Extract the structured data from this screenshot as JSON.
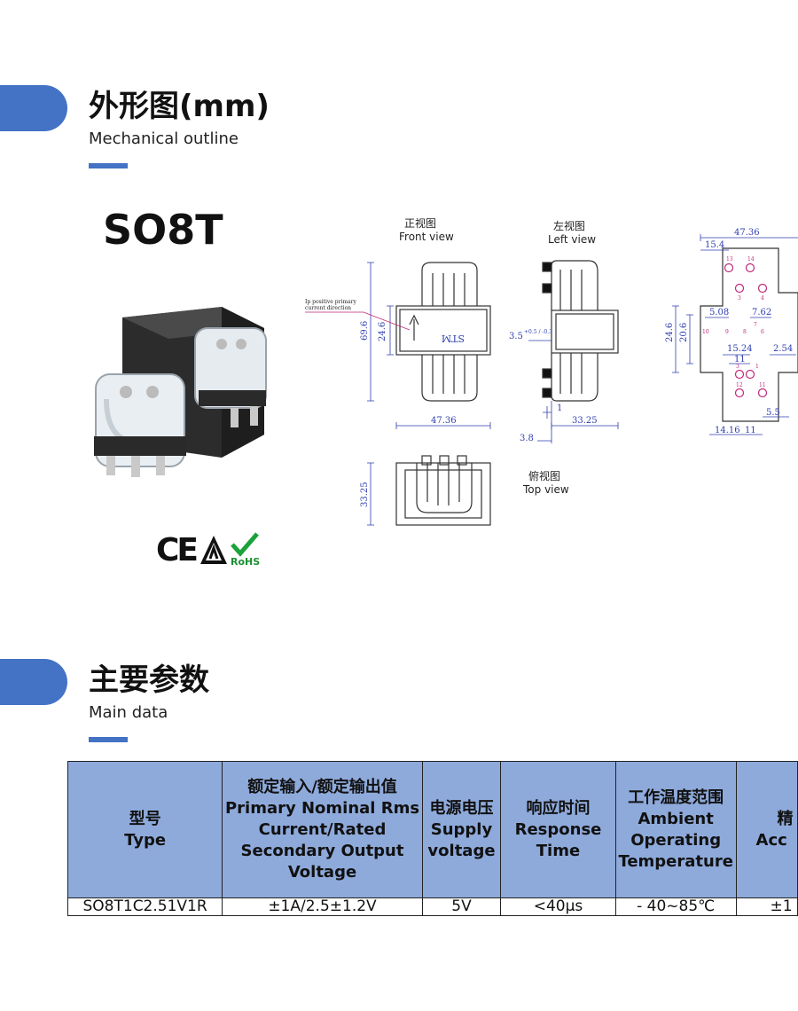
{
  "section1": {
    "title_cn": "外形图(mm)",
    "title_en": "Mechanical outline"
  },
  "model": "SO8T",
  "views": {
    "front_cn": "正视图",
    "front_en": "Front view",
    "left_cn": "左视图",
    "left_en": "Left view",
    "top_cn": "俯视图",
    "top_en": "Top view",
    "ip_note_1": "Ip positive primary",
    "ip_note_2": "current direction",
    "stm": "STM",
    "dims": {
      "h_69_6": "69.6",
      "h_24_6": "24.6",
      "w_47_36": "47.36",
      "w_33_25": "33.25",
      "d_3_5": "3.5",
      "d_3_5_tol": "+0.5 / -0.3",
      "d_1": "1",
      "d_3_8": "3.8",
      "top_33_25": "33.25",
      "r_47_36": "47.36",
      "r_15_4": "15.4",
      "r_24_6": "24.6",
      "r_20_6": "20.6",
      "r_5_08": "5.08",
      "r_7_62": "7.62",
      "r_15_24": "15.24",
      "r_2_54": "2.54",
      "r_11a": "11",
      "r_14_16": "14.16",
      "r_11b": "11",
      "r_5_5": "5.5"
    },
    "pins": [
      "13",
      "14",
      "3",
      "4",
      "10",
      "9",
      "8",
      "7",
      "6",
      "3",
      "1",
      "12",
      "11"
    ]
  },
  "certs": {
    "ce": "CE",
    "rohs": "RoHS"
  },
  "section2": {
    "title_cn": "主要参数",
    "title_en": "Main data"
  },
  "table": {
    "headers": [
      {
        "cn": "型号",
        "en": [
          "Type"
        ]
      },
      {
        "cn": "额定输入/额定输出值",
        "en": [
          "Primary Nominal Rms",
          "Current/Rated",
          "Secondary Output",
          "Voltage"
        ]
      },
      {
        "cn": "电源电压",
        "en": [
          "Supply",
          "voltage"
        ]
      },
      {
        "cn": "响应时间",
        "en": [
          "Response",
          "Time"
        ]
      },
      {
        "cn": "工作温度范围",
        "en": [
          "Ambient",
          "Operating",
          "Temperature"
        ]
      },
      {
        "cn": "精",
        "en": [
          "Acc"
        ]
      }
    ],
    "row": [
      "SO8T1C2.51V1R",
      "±1A/2.5±1.2V",
      "5V",
      "<40μs",
      "- 40~85℃",
      "±1"
    ]
  },
  "colors": {
    "accent": "#4472c4",
    "header_bg": "#8eaadb",
    "dim_line": "#2f3fb0",
    "magenta": "#c0287a"
  }
}
